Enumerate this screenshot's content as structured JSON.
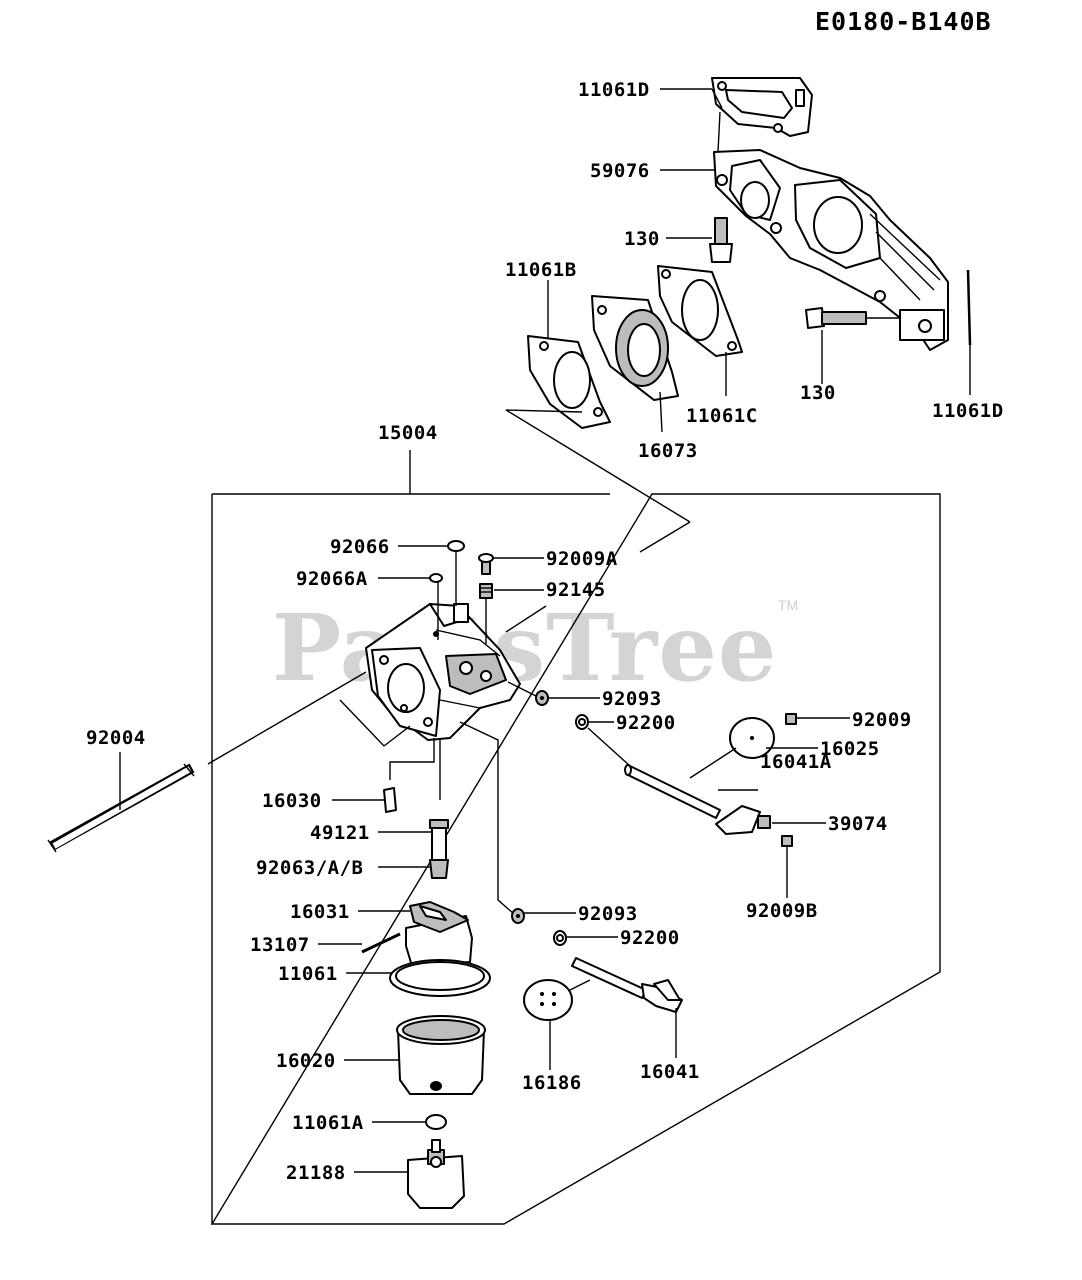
{
  "diagram_code": "E0180-B140B",
  "watermark": {
    "text": "PartsTree",
    "tm": "TM"
  },
  "labels": {
    "l_11061D_top": "11061D",
    "l_59076": "59076",
    "l_130_a": "130",
    "l_11061B": "11061B",
    "l_130_b": "130",
    "l_11061D_right": "11061D",
    "l_11061C": "11061C",
    "l_16073": "16073",
    "l_15004": "15004",
    "l_92066": "92066",
    "l_92009A": "92009A",
    "l_92066A": "92066A",
    "l_92145": "92145",
    "l_92093_a": "92093",
    "l_92200_a": "92200",
    "l_92009": "92009",
    "l_16025": "16025",
    "l_92004": "92004",
    "l_16041A": "16041A",
    "l_39074": "39074",
    "l_16030": "16030",
    "l_49121": "49121",
    "l_92063": "92063/A/B",
    "l_92009B": "92009B",
    "l_16031": "16031",
    "l_92093_b": "92093",
    "l_13107": "13107",
    "l_92200_b": "92200",
    "l_11061": "11061",
    "l_16020": "16020",
    "l_16186": "16186",
    "l_16041": "16041",
    "l_11061A": "11061A",
    "l_21188": "21188"
  }
}
